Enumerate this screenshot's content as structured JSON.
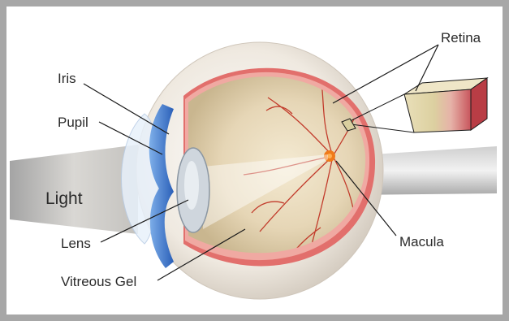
{
  "diagram": {
    "labels": {
      "retina": "Retina",
      "iris": "Iris",
      "pupil": "Pupil",
      "light": "Light",
      "lens": "Lens",
      "vitreous_gel": "Vitreous Gel",
      "macula": "Macula"
    },
    "icons": {
      "eye": "eye-cross-section-illustration",
      "retina_block": "retina-layer-enlargement"
    },
    "colors": {
      "frame": "#a7a7a7",
      "sclera": "#f3eee6",
      "choroid": "#e06a6a",
      "vitreous": "#e2d2b2",
      "iris": "#3b76c8",
      "macula": "#f07a18",
      "vessels": "#c23b2b",
      "leader_lines": "#1a1a1a",
      "light_beam": "#d8d5cf"
    }
  }
}
